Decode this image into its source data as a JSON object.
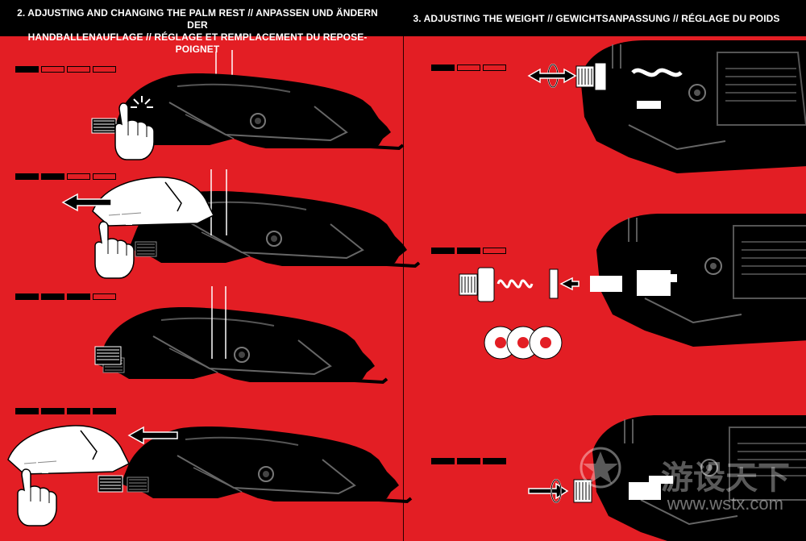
{
  "sections": {
    "palm_rest": {
      "heading_line1": "2. ADJUSTING AND CHANGING THE PALM REST // ANPASSEN UND ÄNDERN DER",
      "heading_line2": "HANDBALLENAUFLAGE // RÉGLAGE ET REMPLACEMENT DU REPOSE-POIGNET",
      "steps": [
        {
          "filled": 1,
          "total": 4
        },
        {
          "filled": 2,
          "total": 4
        },
        {
          "filled": 3,
          "total": 4
        },
        {
          "filled": 4,
          "total": 4
        }
      ]
    },
    "weight": {
      "heading": "3. ADJUSTING THE WEIGHT // GEWICHTSANPASSUNG // RÉGLAGE DU POIDS",
      "steps": [
        {
          "filled": 1,
          "total": 3
        },
        {
          "filled": 2,
          "total": 3
        },
        {
          "filled": 3,
          "total": 3
        }
      ]
    }
  },
  "watermark": {
    "text": "游设天下",
    "url": "www.wstx.com"
  },
  "colors": {
    "background": "#e31e24",
    "ink": "#000000",
    "highlight": "#ffffff"
  }
}
